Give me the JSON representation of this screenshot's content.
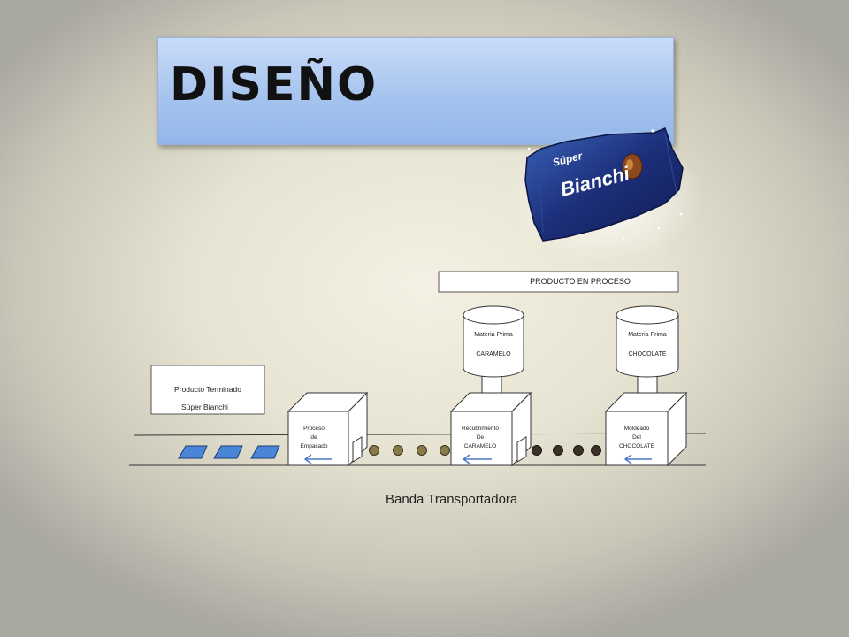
{
  "slide": {
    "title": "DISEÑO",
    "caption": "Banda Transportadora"
  },
  "candy_logo": {
    "brand_small": "Súper",
    "brand": "Bianchi"
  },
  "diagram": {
    "product_in_process": "PRODUCTO EN PROCESO",
    "finished_product": {
      "line1": "Producto Terminado",
      "line2": "Súper   Bianchi"
    },
    "hoppers": [
      {
        "line1": "Materia Prima",
        "line2": "CARAMELO"
      },
      {
        "line1": "Materia Prima",
        "line2": "CHOCOLATE"
      }
    ],
    "machines": [
      {
        "line1": "Proceso",
        "line2": "de",
        "line3": "Empacado"
      },
      {
        "line1": "Recubrimiento",
        "line2": "De",
        "line3": "CARAMELO"
      },
      {
        "line1": "Moldeado",
        "line2": "Del",
        "line3": "CHOCOLATE"
      }
    ]
  },
  "colors": {
    "title_fill": "#a6c4ee",
    "package_fill": "#4a86d8",
    "arrow": "#4a78c8",
    "caramel_piece": "#8a7a4a",
    "chocolate_piece": "#3a3226"
  }
}
